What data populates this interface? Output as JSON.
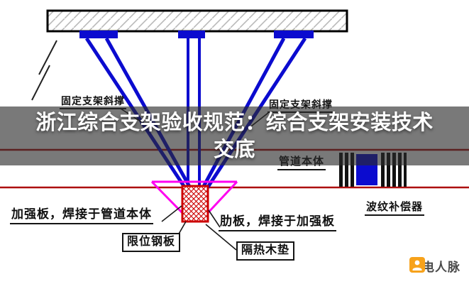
{
  "overlay": {
    "title_line1": "浙江综合支架验收规范：综合支架安装技术",
    "title_line2": "交底"
  },
  "diagram": {
    "labels": {
      "brace_left": "固定支架斜撑",
      "brace_right": "固定支架斜撑",
      "pipe_body": "管道本体",
      "compensator": "波纹补偿器",
      "reinforce_plate": "加强板，焊接于管道本体",
      "limit_plate": "限位钢板",
      "rib_plate": "肋板，焊接于加强板",
      "insulation_pad": "隔热木垫"
    }
  },
  "watermark": {
    "brand": "机电人脉"
  },
  "colors": {
    "strut_blue": "#0b0bcf",
    "pipe_red": "#ad0f0f",
    "rib_magenta": "#ff00f0",
    "hatch_red": "#cc0000",
    "overlay_bg": "rgba(42,42,42,0.63)",
    "brand_orange": "#f7a21b"
  }
}
